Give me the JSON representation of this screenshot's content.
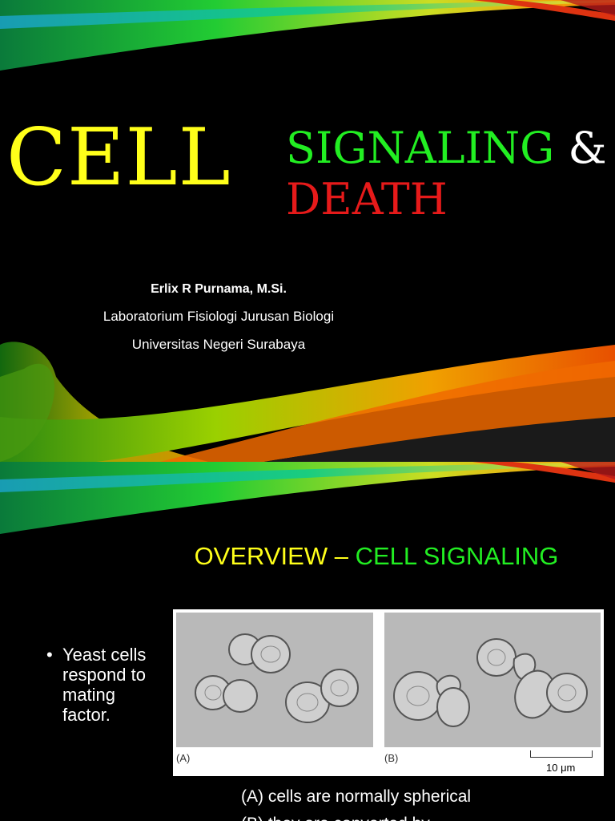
{
  "slide1": {
    "title_cell": "CELL",
    "title_signaling": "SIGNALING",
    "title_ampersand": "&",
    "title_death": "DEATH",
    "author_name": "Erlix R Purnama, M.Si.",
    "author_lab": "Laboratorium Fisiologi Jurusan Biologi",
    "author_university": "Universitas Negeri Surabaya",
    "colors": {
      "cell": "#ffff1a",
      "signaling": "#22ee22",
      "death": "#e61a1a",
      "background": "#000000"
    }
  },
  "slide2": {
    "title_overview": "OVERVIEW",
    "title_dash": "–",
    "title_topic": "CELL SIGNALING",
    "bullet_symbol": "•",
    "bullet_text": "Yeast cells respond to mating factor.",
    "figure": {
      "label_a": "(A)",
      "label_b": "(B)",
      "scale_label": "10 μm"
    },
    "caption_line1": "(A) cells are normally spherical",
    "caption_line2": "(B) they are converted by"
  }
}
